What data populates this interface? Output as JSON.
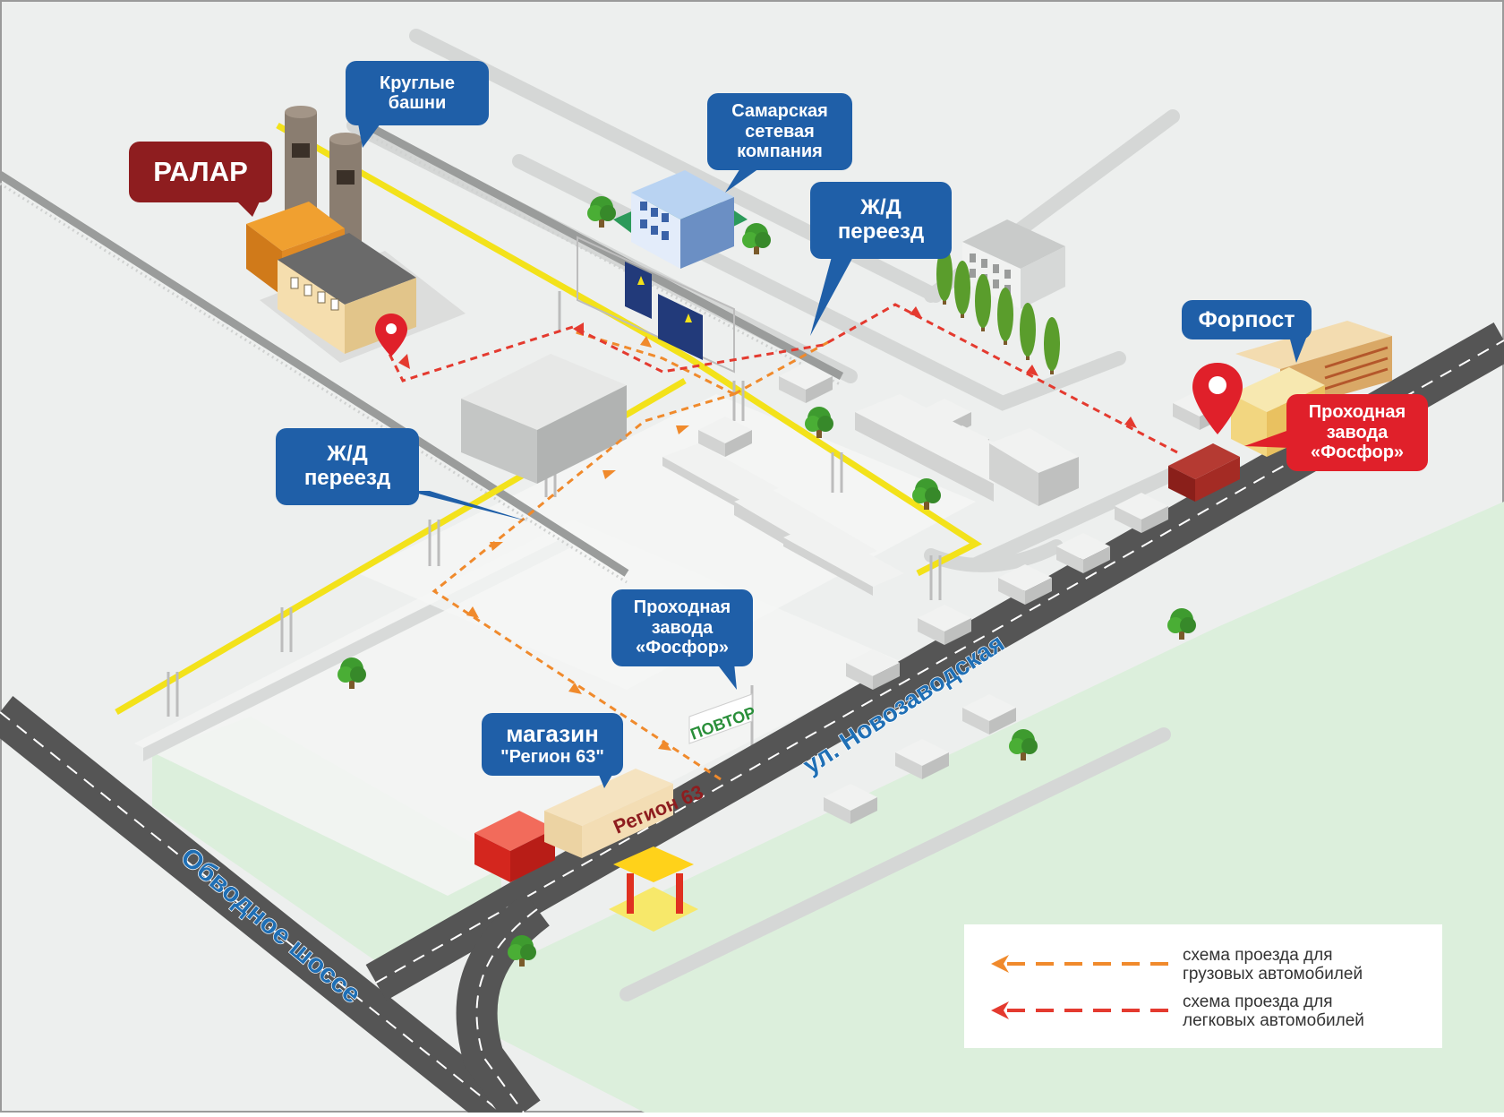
{
  "labels": {
    "ralar": "РАЛАР",
    "round_towers": "Круглые\nбашни",
    "samara_grid": "Самарская\nсетевая\nкомпания",
    "rail_crossing_top": "Ж/Д\nпереезд",
    "rail_crossing_left": "Ж/Д\nпереезд",
    "forpost": "Форпост",
    "gate_right": "Проходная\nзавода\n«Фосфор»",
    "gate_bottom": "Проходная\nзавода\n«Фосфор»",
    "shop": "магазин",
    "shop_name": "\"Регион 63\"",
    "shop_sign": "Регион 63",
    "povtor_sign": "ПОВТОР",
    "street_novozavodskaya": "ул. Новозаводская",
    "street_obvodnoe": "Обводное шоссе"
  },
  "legend": {
    "trucks": "схема проезда для\nгрузовых автомобилей",
    "cars": "схема проезда для\nлегковых автомобилей"
  },
  "colors": {
    "callout_blue": "#1f5fa8",
    "callout_red": "#e0202a",
    "ralar_red": "#8e1d1f",
    "truck_route": "#f08a2c",
    "car_route": "#e43a2f",
    "railway_yellow": "#f3e21a",
    "road": "#555555",
    "green_area": "#dcefdc"
  },
  "icons": [
    "map-pin-icon",
    "tree-icon",
    "arrow-icon"
  ]
}
